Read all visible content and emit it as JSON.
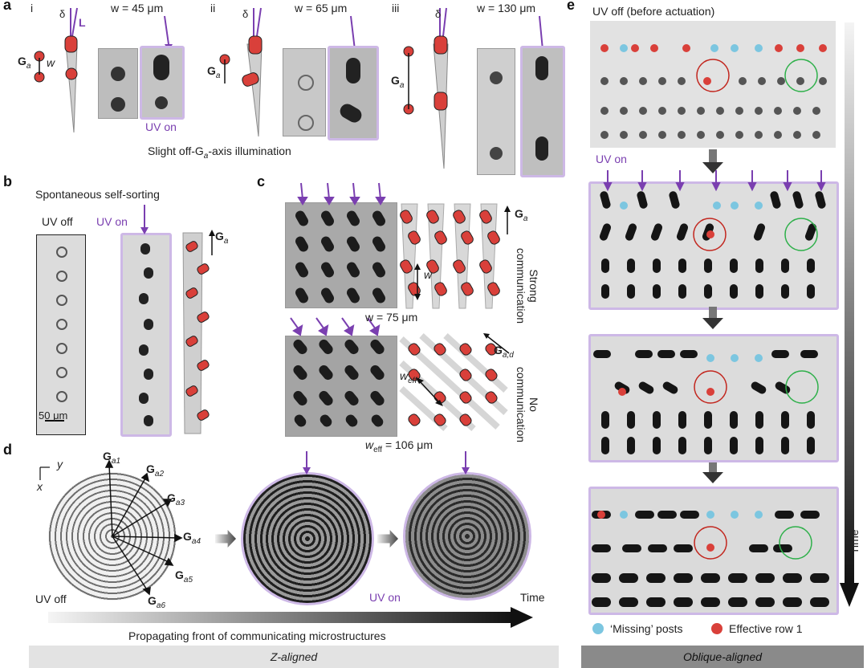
{
  "panel_a": {
    "label": "a",
    "sub": [
      "i",
      "ii",
      "iii"
    ],
    "delta": "δ",
    "L": "L",
    "w_symbol": "w",
    "Ga": "G",
    "Ga_sub": "a",
    "widths": [
      "w = 45 μm",
      "w = 65 μm",
      "w = 130 μm"
    ],
    "uv_on": "UV on",
    "caption": "Slight off-G",
    "caption_sub": "a",
    "caption_end": "-axis illumination"
  },
  "panel_b": {
    "label": "b",
    "title": "Spontaneous self-sorting",
    "uv_off": "UV off",
    "uv_on": "UV on",
    "scale": "50 μm",
    "Ga": "G",
    "Ga_sub": "a"
  },
  "panel_c": {
    "label": "c",
    "w_top": "w = 75 μm",
    "w_bottom": "w",
    "w_bottom_sub": "eff",
    "w_bottom_val": " = 106 μm",
    "strong": [
      "Strong",
      "communication"
    ],
    "none": [
      "No",
      "communication"
    ],
    "Ga": "G",
    "Ga_sub": "a",
    "Gad_sub": "a,d",
    "w": "w",
    "weff": "w",
    "weff_sub": "eff"
  },
  "panel_d": {
    "label": "d",
    "axis_y": "y",
    "axis_x": "x",
    "vectors": [
      "a1",
      "a2",
      "a3",
      "a4",
      "a5",
      "a6"
    ],
    "uv_off": "UV off",
    "uv_on": "UV on",
    "time": "Time",
    "caption": "Propagating front of communicating microstructures"
  },
  "panel_e": {
    "label": "e",
    "title": "UV off (before actuation)",
    "uv_on": "UV on",
    "time": "Time",
    "legend_missing": "‘Missing’ posts",
    "legend_row": "Effective row 1",
    "colors": {
      "missing": "#7cc6e0",
      "row": "#d9403a",
      "purple": "#7a3fb0",
      "frame": "#cdb8e6"
    }
  },
  "footer": {
    "z_aligned": "Z-aligned",
    "oblique": "Oblique-aligned"
  }
}
